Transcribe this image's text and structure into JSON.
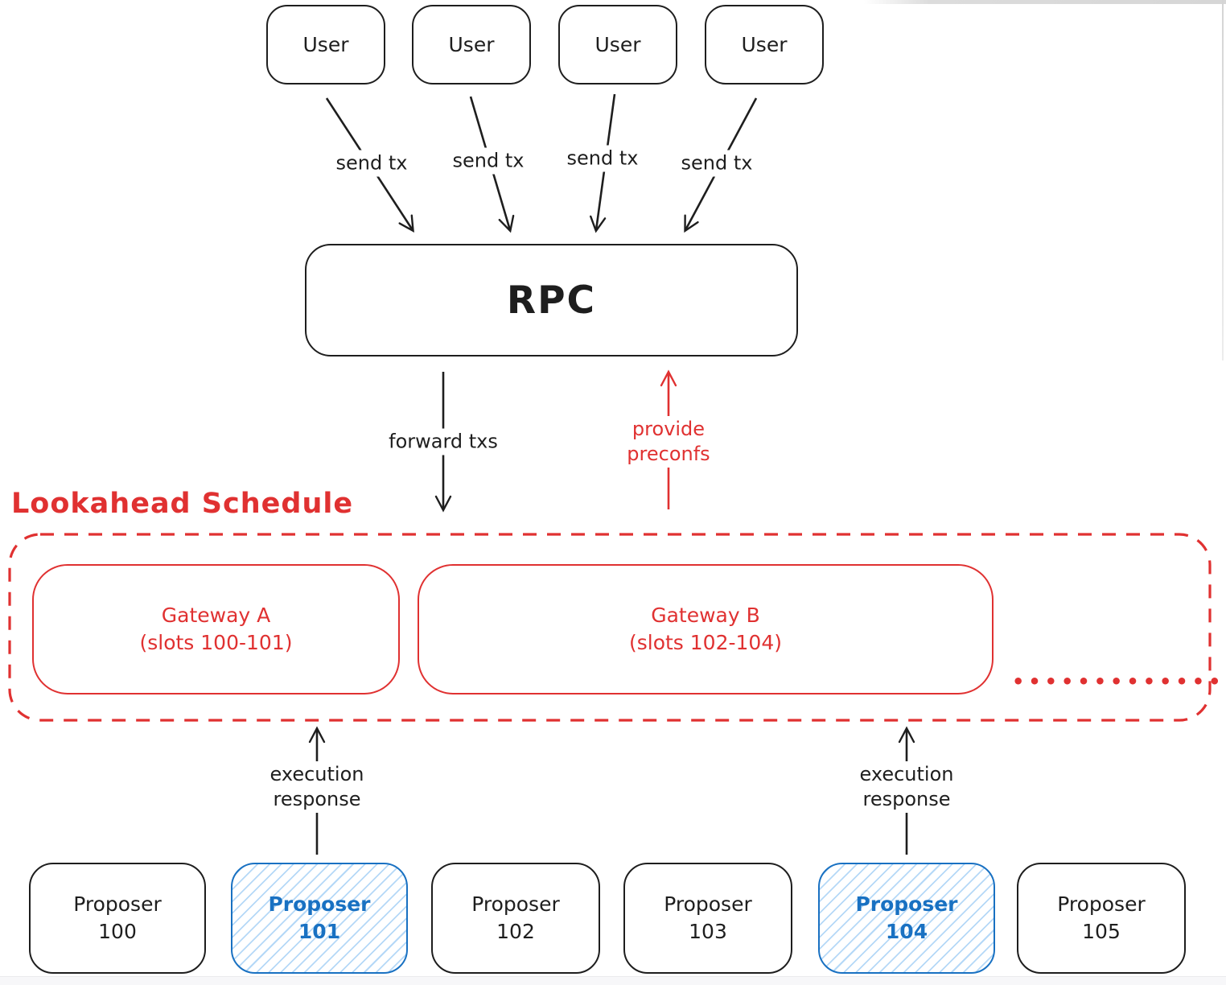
{
  "colors": {
    "ink": "#1e1e1e",
    "red": "#e03131",
    "blue": "#1971c2",
    "blue_hatch": "#78b9f0"
  },
  "users": [
    {
      "label": "User"
    },
    {
      "label": "User"
    },
    {
      "label": "User"
    },
    {
      "label": "User"
    }
  ],
  "rpc": {
    "label": "RPC"
  },
  "edges": {
    "send_tx": [
      "send tx",
      "send tx",
      "send tx",
      "send tx"
    ],
    "forward_txs": "forward txs",
    "provide_preconfs": {
      "line1": "provide",
      "line2": "preconfs"
    },
    "execution_response": [
      {
        "line1": "execution",
        "line2": "response"
      },
      {
        "line1": "execution",
        "line2": "response"
      }
    ]
  },
  "lookahead": {
    "title": "Lookahead Schedule",
    "gateways": [
      {
        "name": "Gateway A",
        "slots": "(slots 100-101)"
      },
      {
        "name": "Gateway B",
        "slots": "(slots 102-104)"
      }
    ],
    "ellipsis": "••••••••••••••••"
  },
  "proposers": [
    {
      "name": "Proposer",
      "number": "100",
      "highlighted": false
    },
    {
      "name": "Proposer",
      "number": "101",
      "highlighted": true
    },
    {
      "name": "Proposer",
      "number": "102",
      "highlighted": false
    },
    {
      "name": "Proposer",
      "number": "103",
      "highlighted": false
    },
    {
      "name": "Proposer",
      "number": "104",
      "highlighted": true
    },
    {
      "name": "Proposer",
      "number": "105",
      "highlighted": false
    }
  ]
}
